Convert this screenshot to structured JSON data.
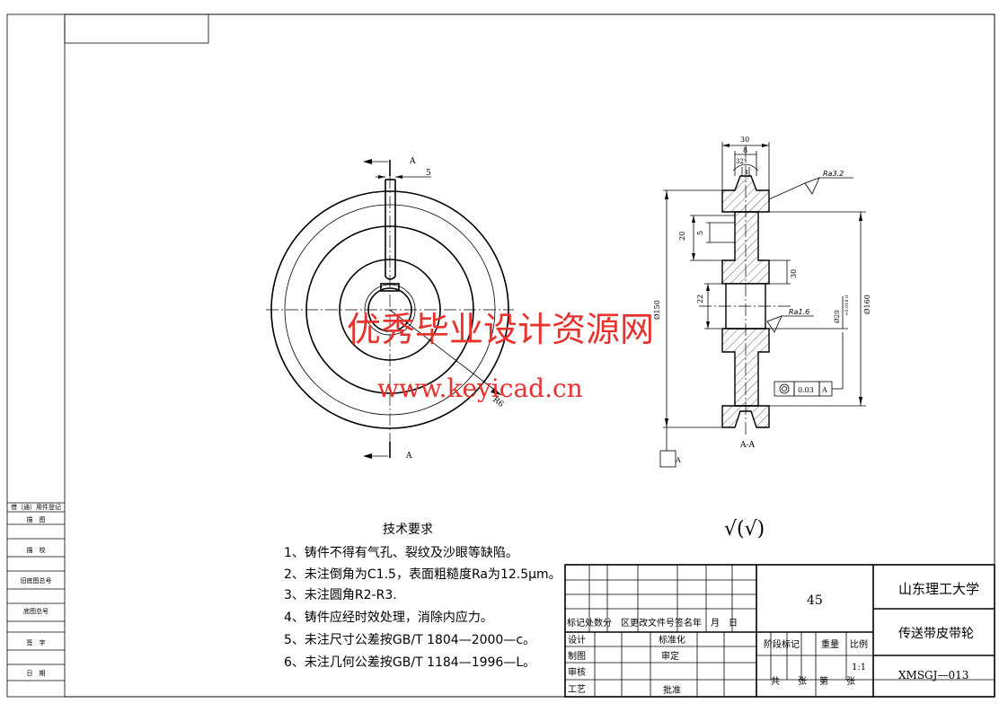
{
  "section_labels": {
    "top": "A",
    "bottom": "A",
    "view": "A-A"
  },
  "dims": {
    "keyway_width": "5",
    "radius": "R6",
    "total_width": "30",
    "inner_width": "8",
    "groove_angle": "32°",
    "groove_small": "4",
    "rib_height_left": "20",
    "rib_left_small": "5",
    "rim_right": "30",
    "hub_left": "22",
    "dia_big": "Ø160",
    "dia_small": "Ø150",
    "bore": "Ø20",
    "bore_tol": "+0.018\n0",
    "rough_top": "Ra3.2",
    "rough_mid": "Ra1.6",
    "runout_value": "0.03",
    "runout_datum": "A",
    "datum_box": "A"
  },
  "other_roughness": "√(√)",
  "tech_req": {
    "title": "技术要求",
    "items": [
      "1、铸件不得有气孔、裂纹及沙眼等缺陷。",
      "2、未注倒角为C1.5，表面粗糙度Ra为12.5μm。",
      "3、未注圆角R2-R3.",
      "4、铸件应经时效处理，消除内应力。",
      "5、未注尺寸公差按GB/T 1804—2000—c。",
      "6、未注几何公差按GB/T 1184—1996—L。"
    ]
  },
  "left_strip": [
    "借（通）用件登记",
    "描　图",
    "描　校",
    "旧底图总号",
    "底图总号",
    "签　字",
    "日　期"
  ],
  "title_block": {
    "material": "45",
    "university": "山东理工大学",
    "part_name": "传送带皮带轮",
    "drawing_no": "XMSGJ—013",
    "revision_header": "标记处数分　区更改文件号签名年　月　日",
    "design": "设计",
    "standardize": "标准化",
    "draw": "制图",
    "review": "审定",
    "check": "审核",
    "process": "工艺",
    "approve": "批准",
    "stage_mark": "阶段标记",
    "weight": "重量",
    "scale_label": "比例",
    "scale": "1:1",
    "total_label": "共　　张",
    "sheet_label": "第　　张"
  },
  "watermark": {
    "line1": "优秀毕业设计资源网",
    "line2": "www.keyicad.cn"
  }
}
